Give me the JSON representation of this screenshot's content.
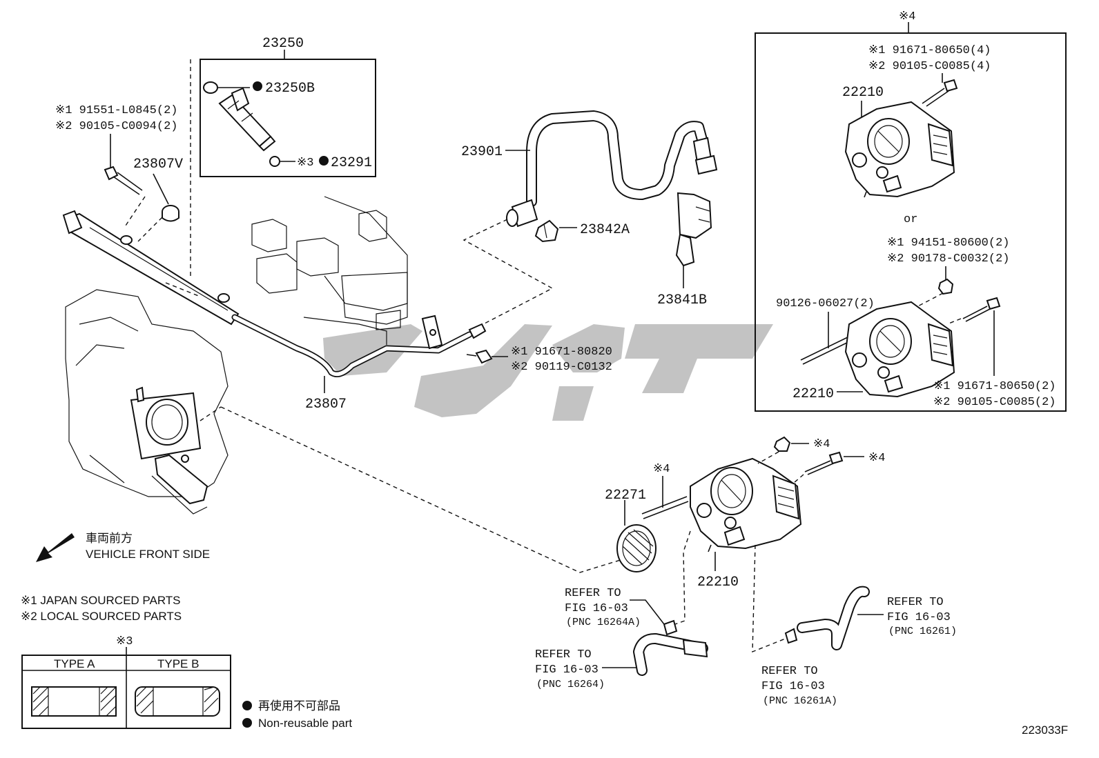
{
  "callouts": {
    "p23250": "23250",
    "p23250B": "23250B",
    "p23291": "23291",
    "p23291_note": "※3",
    "p23807V": "23807V",
    "bolt_top_j": "※1 91551-L0845(2)",
    "bolt_top_l": "※2 90105-C0094(2)",
    "p23901": "23901",
    "p23842A": "23842A",
    "p23841B": "23841B",
    "p23807": "23807",
    "bolt_mid_j": "※1 91671-80820",
    "bolt_mid_l": "※2 90119-C0132",
    "p22271": "22271",
    "p22210_main": "22210",
    "note4_a": "※4",
    "note4_b": "※4",
    "note4_c": "※4"
  },
  "box4": {
    "title": "※4",
    "bolt1_j": "※1 91671-80650(4)",
    "bolt1_l": "※2 90105-C0085(4)",
    "p22210_top": "22210",
    "or": "or",
    "nut_j": "※1 94151-80600(2)",
    "nut_l": "※2 90178-C0032(2)",
    "stud": "90126-06027(2)",
    "p22210_bottom": "22210",
    "bolt2_j": "※1 91671-80650(2)",
    "bolt2_l": "※2 90105-C0085(2)"
  },
  "refers": {
    "r1": [
      "REFER TO",
      "FIG 16-03",
      "(PNC 16264A)"
    ],
    "r2": [
      "REFER TO",
      "FIG 16-03",
      "(PNC 16264)"
    ],
    "r3": [
      "REFER TO",
      "FIG 16-03",
      "(PNC 16261A)"
    ],
    "r4": [
      "REFER TO",
      "FIG 16-03",
      "(PNC 16261)"
    ]
  },
  "front": {
    "jp": "車両前方",
    "en": "VEHICLE FRONT SIDE"
  },
  "legend": {
    "note1": "※1 JAPAN SOURCED PARTS",
    "note2": "※2 LOCAL SOURCED PARTS",
    "table_title": "※3",
    "type_a": "TYPE A",
    "type_b": "TYPE B",
    "nonreuse_jp": "再使用不可部品",
    "nonreuse_en": "Non-reusable part"
  },
  "figure_code": "223033F"
}
